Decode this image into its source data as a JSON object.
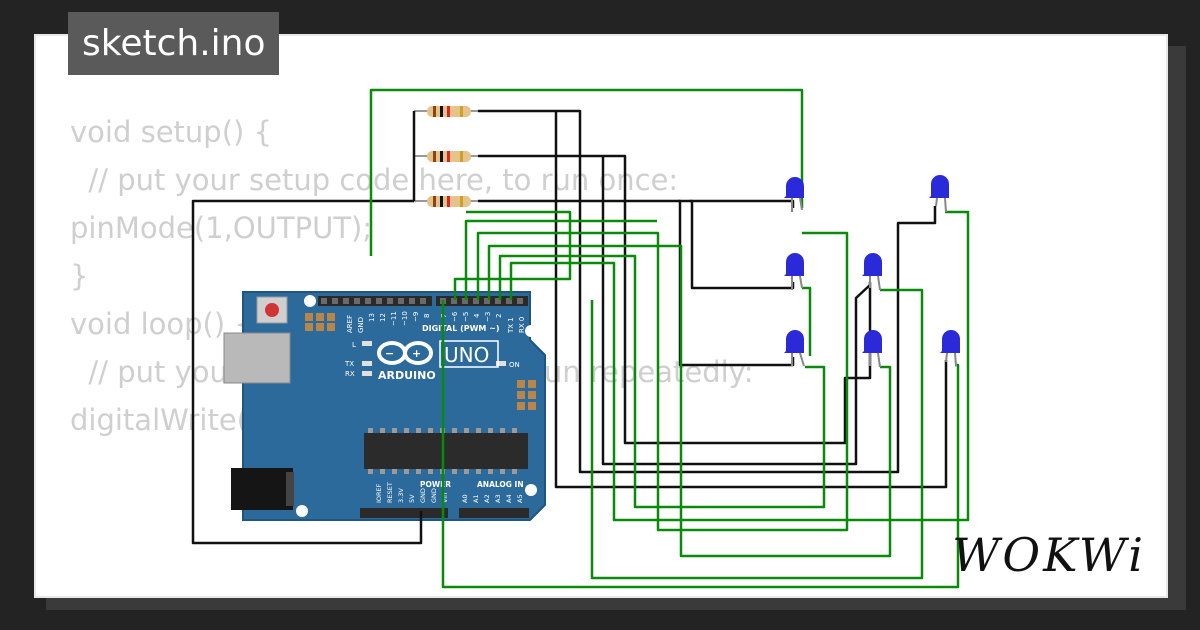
{
  "tab": {
    "filename": "sketch.ino"
  },
  "code": {
    "lines": [
      "void setup() {",
      "  // put your setup code here, to run once:",
      "pinMode(1,OUTPUT);",
      "",
      "",
      "}",
      "",
      "void loop() {",
      "  // put your main code here, to run repeatedly:",
      "digitalWrite(1, HIGH);"
    ]
  },
  "board": {
    "brand": "ARDUINO",
    "model": "UNO",
    "digital_header": "DIGITAL (PWM ~)",
    "power_header": "POWER",
    "analog_header": "ANALOG IN",
    "top_pins": [
      "AREF",
      "GND",
      "13",
      "12",
      "~11",
      "~10",
      "~9",
      "8",
      "7",
      "~6",
      "~5",
      "4",
      "~3",
      "2",
      "TX 1",
      "RX 0"
    ],
    "power_pins": [
      "IOREF",
      "RESET",
      "3.3V",
      "5V",
      "GND",
      "GND",
      "Vin"
    ],
    "analog_pins": [
      "A0",
      "A1",
      "A2",
      "A3",
      "A4",
      "A5"
    ],
    "led_labels": {
      "l": "L",
      "tx": "TX",
      "rx": "RX",
      "on": "ON"
    },
    "color": "#2b6a9b"
  },
  "brand": {
    "logo": "WOKWi"
  },
  "colors": {
    "wire_green": "#0a8a0a",
    "wire_black": "#111111",
    "led_blue": "#2a2ad8"
  }
}
